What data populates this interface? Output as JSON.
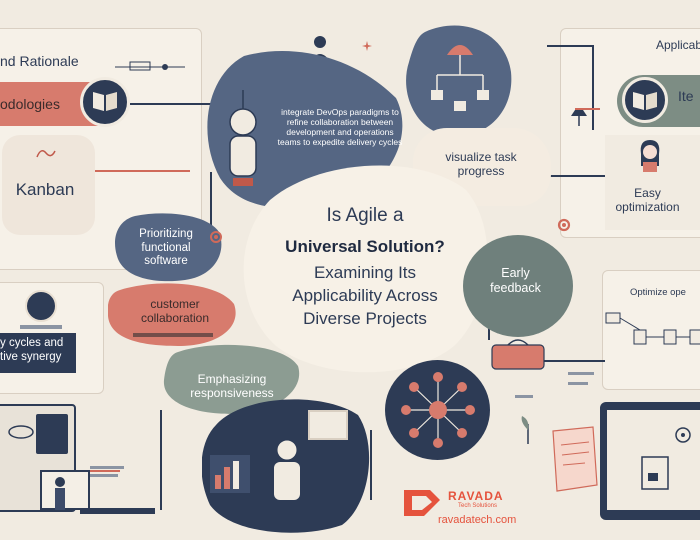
{
  "left": {
    "rationale_heading": "nd Rationale",
    "methodologies_label": "odologies",
    "kanban_label": "Kanban",
    "cycles_label": "y cycles and\ntive synergy"
  },
  "top_center": {
    "devops_note": "integrate DevOps paradigms to refine collaboration between development and operations teams to expedite delivery cycles"
  },
  "center": {
    "title_line1": "Is Agile a",
    "title_line2": "Universal Solution?",
    "title_line3": "Examining Its",
    "title_line4": "Applicability Across",
    "title_line5": "Diverse Projects"
  },
  "bubbles": {
    "visualize": "visualize task\nprogress",
    "prioritizing": "Prioritizing\nfunctional\nsoftware",
    "customer": "customer\ncollaboration",
    "emphasizing": "Emphasizing\nresponsiveness",
    "early_feedback": "Early\nfeedback"
  },
  "right": {
    "applicability_heading": "Applicabili\nS",
    "iterations_label": "Ite",
    "easy_opt": "Easy\noptimization",
    "optimize_heading": "Optimize ope"
  },
  "brand": {
    "name": "RAVADA",
    "tagline": "Tech Solutions",
    "url": "ravadatech.com"
  },
  "colors": {
    "background": "#f1ebe1",
    "navy": "#2d3b55",
    "coral": "#d06a5a",
    "sage": "#7d8d84",
    "teal": "#4f6b73"
  }
}
